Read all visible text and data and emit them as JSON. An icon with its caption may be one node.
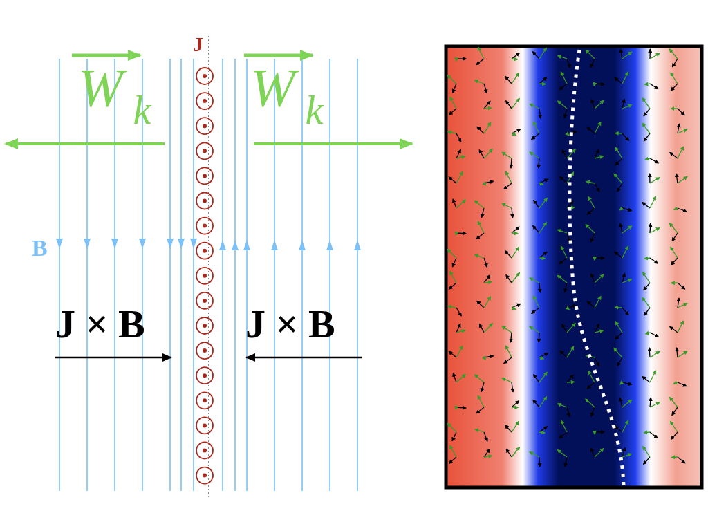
{
  "diagram": {
    "labels": [
      "J",
      "W$_{k}$",
      "W$_{k}$",
      "B",
      "J × B",
      "J × B"
    ]
  }
}
